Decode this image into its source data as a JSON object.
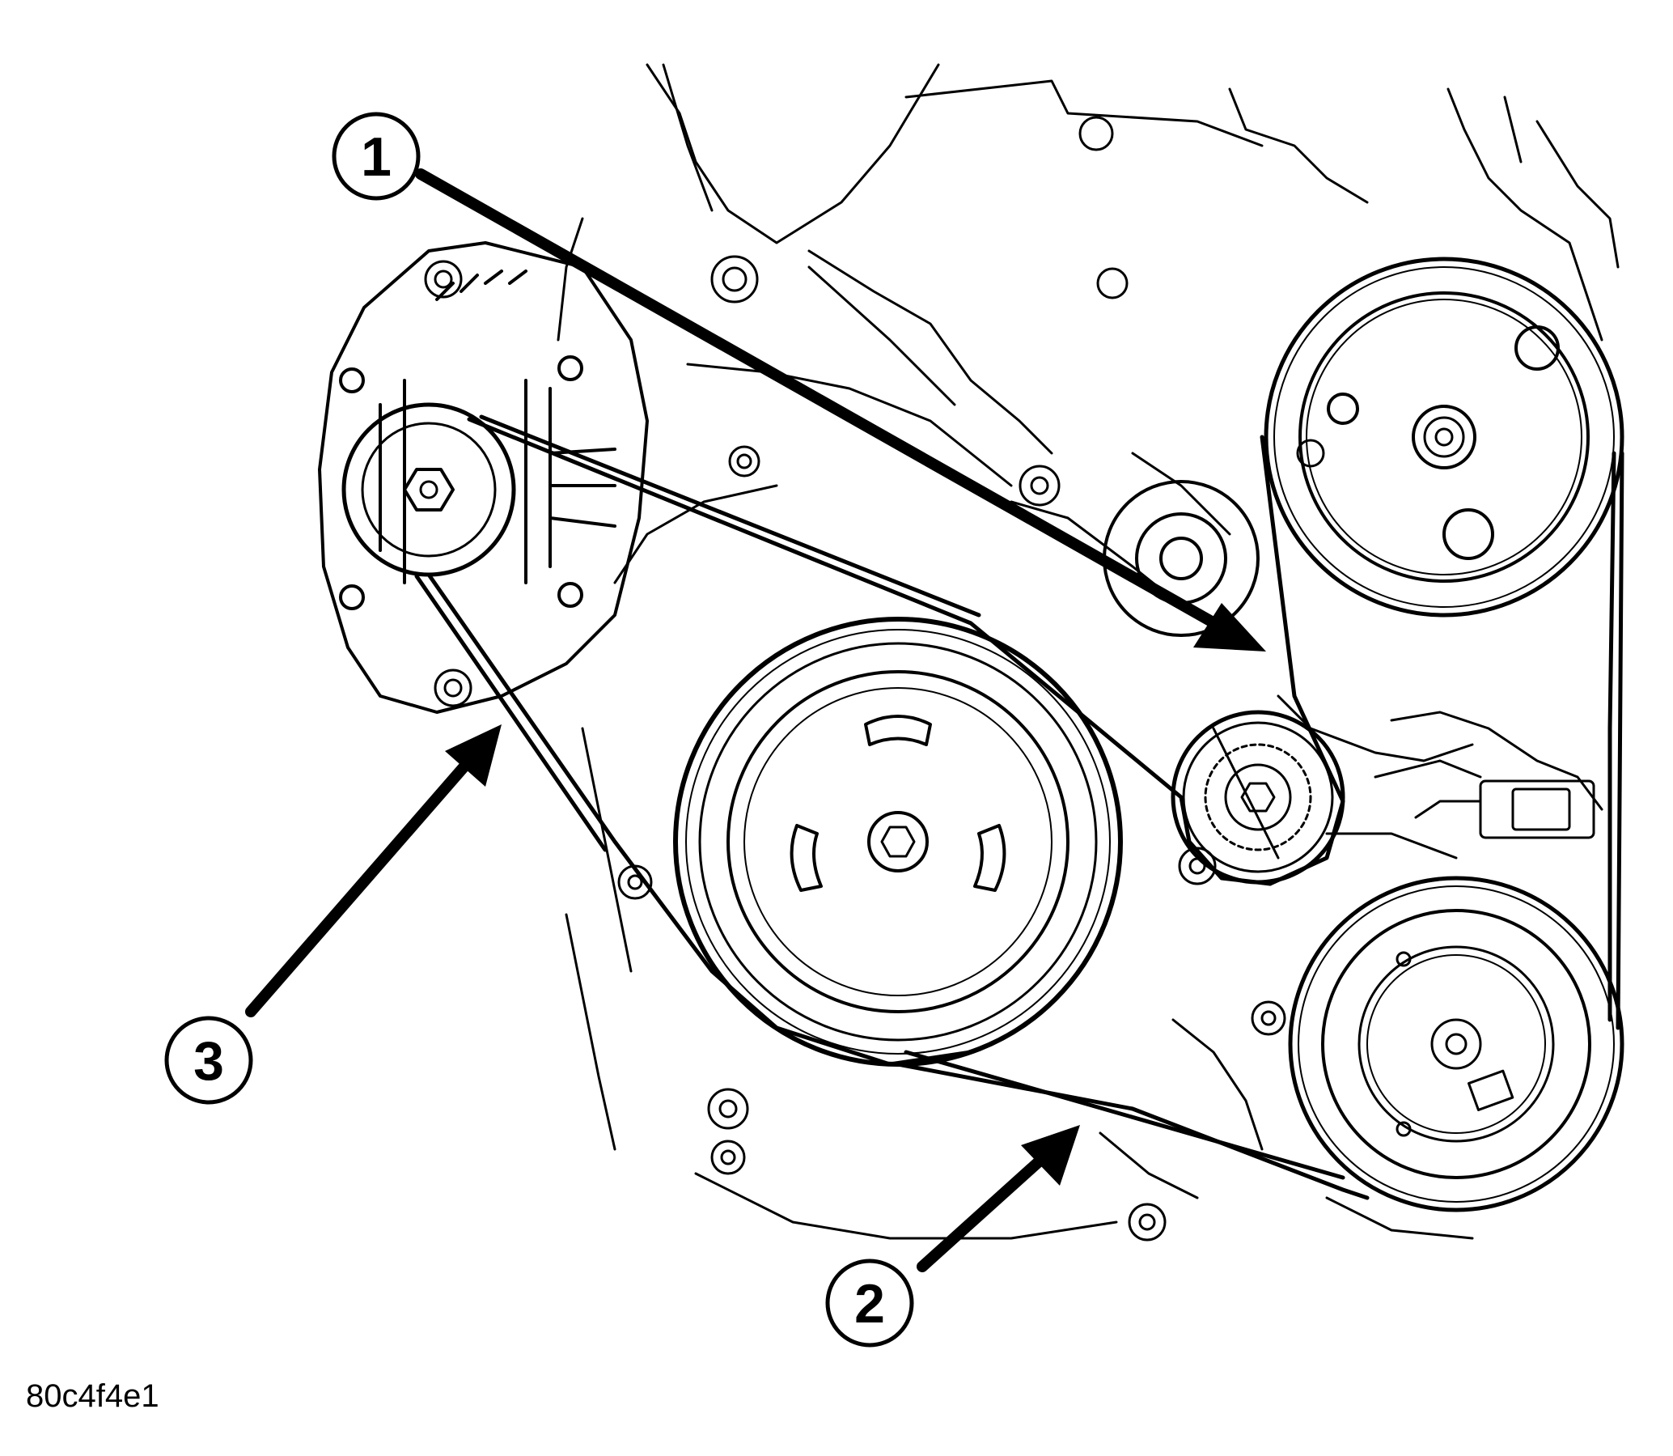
{
  "figure_id": "80c4f4e1",
  "callouts": [
    {
      "label": "1"
    },
    {
      "label": "2"
    },
    {
      "label": "3"
    }
  ],
  "colors": {
    "ink": "#000000",
    "paper": "#ffffff"
  }
}
